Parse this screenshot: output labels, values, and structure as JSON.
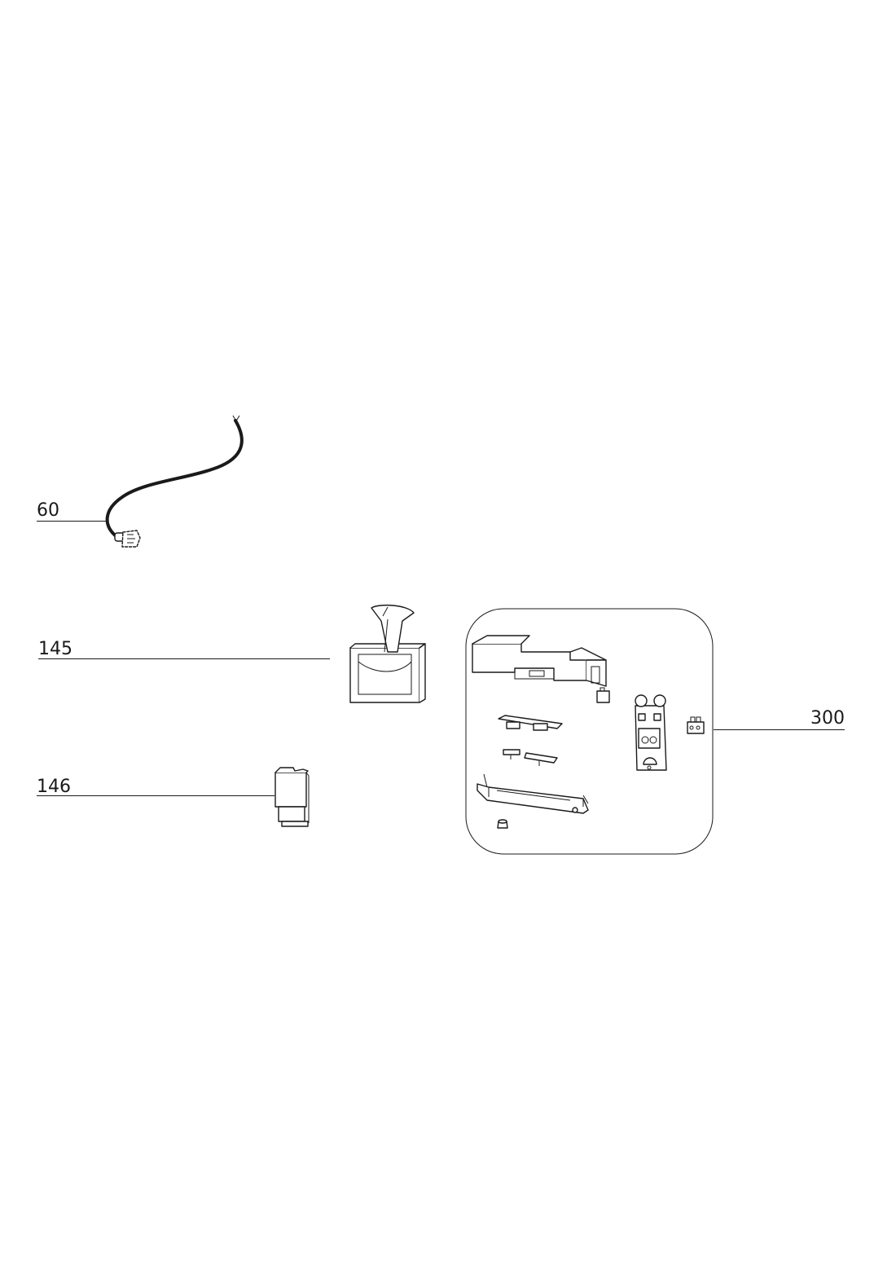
{
  "callouts": {
    "c60": "60",
    "c145": "145",
    "c146": "146",
    "c300": "300"
  },
  "colors": {
    "line": "#1a1a1a",
    "background": "#ffffff"
  },
  "icons": [
    "power-cable-icon",
    "selector-knob-icon",
    "switch-module-icon",
    "control-kit-icon"
  ]
}
